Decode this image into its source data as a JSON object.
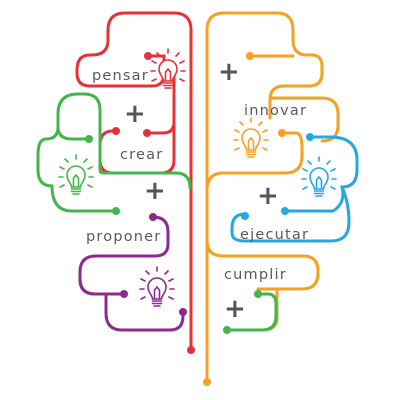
{
  "diagram": {
    "words": {
      "pensar": "pensar",
      "crear": "crear",
      "proponer": "proponer",
      "innovar": "innovar",
      "ejecutar": "ejecutar",
      "cumplir": "cumplir"
    },
    "plus_symbol": "+",
    "colors": {
      "red": "#e53238",
      "green": "#43b649",
      "purple": "#8e2a8e",
      "orange": "#f6a024",
      "blue": "#25a8df",
      "text": "#5a5a5a",
      "plus": "#555555"
    },
    "icons": [
      "lightbulb-icon-red",
      "lightbulb-icon-green",
      "lightbulb-icon-purple",
      "lightbulb-icon-orange",
      "lightbulb-icon-blue"
    ]
  }
}
